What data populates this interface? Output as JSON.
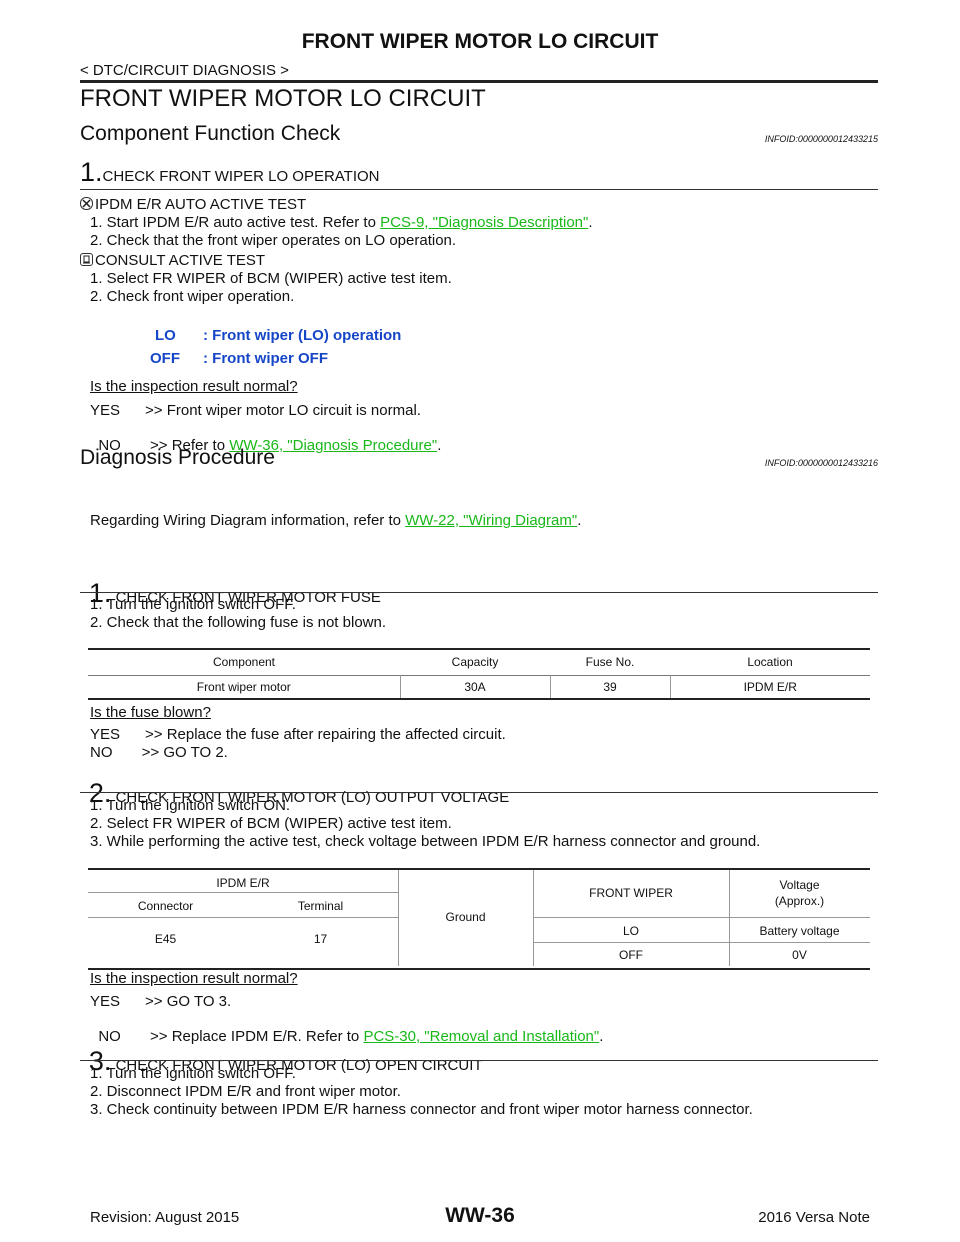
{
  "header": {
    "title": "FRONT WIPER MOTOR LO CIRCUIT",
    "breadcrumb": "< DTC/CIRCUIT DIAGNOSIS >"
  },
  "main_title": "FRONT WIPER MOTOR LO CIRCUIT",
  "component_check": {
    "title": "Component Function Check",
    "infoid": "INFOID:0000000012433215",
    "step1_num": "1.",
    "step1_label": "CHECK FRONT WIPER LO OPERATION",
    "ipdm_head": "IPDM E/R AUTO ACTIVE TEST",
    "ipdm_l1_pre": "1.   Start IPDM E/R auto active test. Refer to ",
    "ipdm_l1_link": "PCS-9, \"Diagnosis Description\"",
    "ipdm_l1_post": ".",
    "ipdm_l2": "2.   Check that the front wiper operates on LO operation.",
    "consult_head": "CONSULT ACTIVE TEST",
    "consult_l1": "1.   Select FR WIPER of BCM (WIPER) active test item.",
    "consult_l2": "2.   Check front wiper operation.",
    "spec_lo_key": "LO",
    "spec_lo_val": ": Front wiper (LO) operation",
    "spec_off_key": "OFF",
    "spec_off_val": ": Front wiper OFF",
    "question": "Is the inspection result normal?",
    "yes": "YES      >> Front wiper motor LO circuit is normal.",
    "no_pre": "NO       >> Refer to ",
    "no_link": "WW-36, \"Diagnosis Procedure\"",
    "no_post": "."
  },
  "diagnosis": {
    "title": "Diagnosis Procedure",
    "infoid": "INFOID:0000000012433216",
    "wiring_pre": "Regarding Wiring Diagram information, refer to ",
    "wiring_link": "WW-22, \"Wiring Diagram\"",
    "wiring_post": ".",
    "s1_num": "1.",
    "s1_label": " CHECK FRONT WIPER MOTOR FUSE",
    "s1_l1": "1.   Turn the ignition switch OFF.",
    "s1_l2": "2.   Check that the following fuse is not blown.",
    "fuse_table": {
      "headers": [
        "Component",
        "Capacity",
        "Fuse No.",
        "Location"
      ],
      "row": [
        "Front wiper motor",
        "30A",
        "39",
        "IPDM  E/R"
      ]
    },
    "s1_q": "Is the fuse blown?",
    "s1_yes": "YES      >> Replace the fuse after repairing the affected circuit.",
    "s1_no": "NO       >> GO TO 2.",
    "s2_num": "2.",
    "s2_label": " CHECK FRONT WIPER MOTOR (LO) OUTPUT VOLTAGE",
    "s2_l1": "1.   Turn the ignition switch ON.",
    "s2_l2": "2.   Select FR WIPER of BCM (WIPER) active test item.",
    "s2_l3": "3.   While performing the active test, check voltage between IPDM E/R harness connector and ground.",
    "volt_table": {
      "ipdm": "IPDM E/R",
      "connector": "Connector",
      "terminal": "Terminal",
      "ground": "Ground",
      "front_wiper": "FRONT WIPER",
      "voltage": "Voltage",
      "approx": "(Approx.)",
      "conn_val": "E45",
      "term_val": "17",
      "rows": [
        {
          "cond": "LO",
          "val": "Battery voltage"
        },
        {
          "cond": "OFF",
          "val": "0V"
        }
      ]
    },
    "s2_q": "Is the inspection result normal?",
    "s2_yes": "YES      >> GO TO 3.",
    "s2_no_pre": "NO       >> Replace IPDM E/R. Refer to ",
    "s2_no_link": "PCS-30, \"Removal and Installation\"",
    "s2_no_post": ".",
    "s3_num": "3.",
    "s3_label": " CHECK FRONT WIPER MOTOR (LO) OPEN CIRCUIT",
    "s3_l1": "1.   Turn the ignition switch OFF.",
    "s3_l2": "2.   Disconnect IPDM E/R and front wiper motor.",
    "s3_l3": "3.   Check continuity between IPDM E/R harness connector and front wiper motor harness connector."
  },
  "footer": {
    "revision": "Revision: August 2015",
    "page": "WW-36",
    "model": "2016 Versa Note"
  }
}
